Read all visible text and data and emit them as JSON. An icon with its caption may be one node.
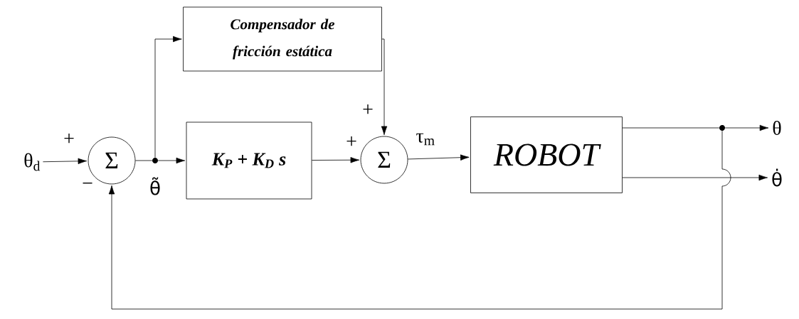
{
  "diagram": {
    "nodes": [
      {
        "text": [
          "θ$_{d}$"
        ]
      },
      {
        "text": [
          "Σ"
        ]
      },
      {
        "text": [],
        "shape": "circle"
      },
      {
        "text": [
          "K$_{P}$ + K$_{D}$ s"
        ]
      },
      {
        "text": [
          "Compensador de fricción estática"
        ]
      },
      {
        "text": [
          "Σ"
        ]
      },
      {
        "text": [
          "ROBOT"
        ]
      },
      {
        "text": [],
        "shape": "circle"
      },
      {
        "text": [
          "θ"
        ]
      },
      {
        "text": [
          "θ̇"
        ]
      }
    ],
    "edges": [
      {
        "from": 0,
        "to": 1,
        "arrow": "to"
      },
      {
        "from": 1,
        "to": 2,
        "arrow": "none"
      },
      {
        "from": 2,
        "to": 3,
        "arrow": "to"
      },
      {
        "from": 2,
        "to": 4,
        "arrow": "to"
      },
      {
        "from": 3,
        "to": 5,
        "arrow": "to"
      },
      {
        "from": 4,
        "to": 5,
        "arrow": "to"
      },
      {
        "from": 5,
        "to": 6,
        "arrow": "to",
        "label": "τ$_{m}$"
      },
      {
        "from": 6,
        "to": 7,
        "arrow": "none"
      },
      {
        "from": 7,
        "to": 8,
        "arrow": "to"
      },
      {
        "from": 6,
        "to": 9,
        "arrow": "to"
      },
      {
        "from": 7,
        "to": 1,
        "arrow": "to"
      }
    ],
    "labels": [
      "+",
      "−",
      "θ̃",
      "+",
      "+"
    ]
  }
}
